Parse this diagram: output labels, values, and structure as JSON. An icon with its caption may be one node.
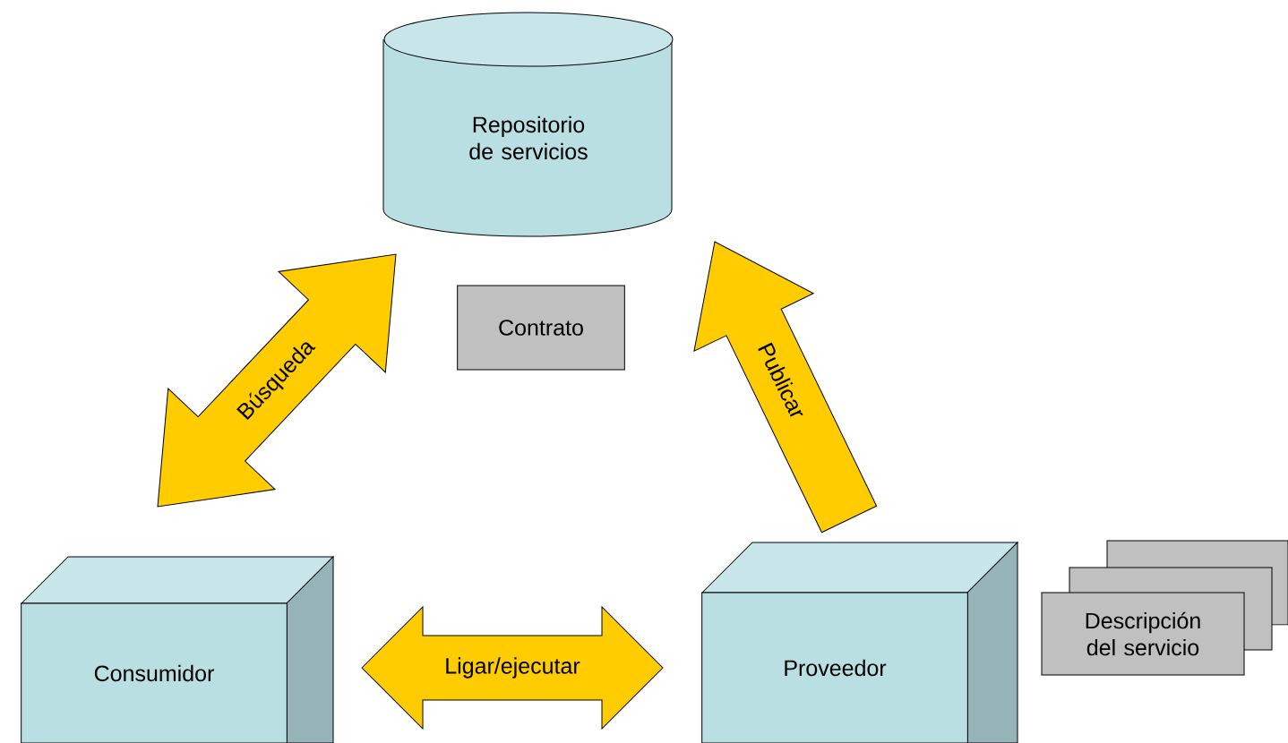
{
  "diagram": {
    "nodes": [
      {
        "text": [
          "Repositorio de servicios"
        ]
      },
      {
        "text": [
          "Contrato"
        ]
      },
      {
        "text": [
          "Consumidor"
        ]
      },
      {
        "text": [
          "Proveedor"
        ]
      },
      {
        "text": [
          "Descripción del servicio"
        ]
      }
    ],
    "edges": [
      {
        "from": 2,
        "to": 0,
        "arrow": "both",
        "label": "Búsqueda"
      },
      {
        "from": 3,
        "to": 0,
        "arrow": "to",
        "label": "Publicar"
      },
      {
        "from": 2,
        "to": 3,
        "arrow": "both",
        "label": "Ligar/ejecutar"
      }
    ]
  }
}
